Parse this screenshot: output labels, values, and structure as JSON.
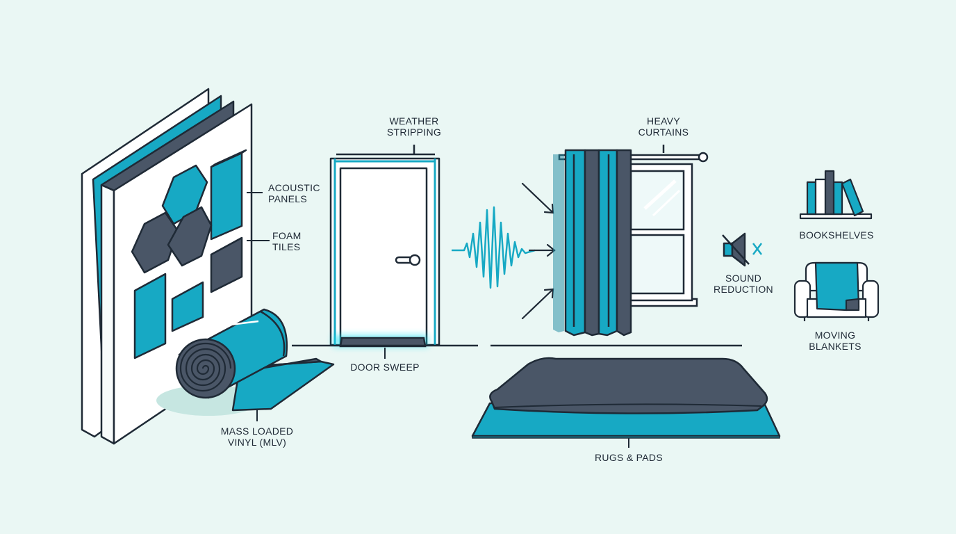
{
  "colors": {
    "background": "#eaf7f4",
    "accent": "#17a9c4",
    "dark": "#4a5667",
    "outline": "#1f2a36",
    "shadow": "#c6e6e1"
  },
  "labels": {
    "acoustic_panels": [
      "ACOUSTIC",
      "PANELS"
    ],
    "foam_tiles": [
      "FOAM",
      "TILES"
    ],
    "mlv": [
      "MASS LOADED",
      "VINYL (MLV)"
    ],
    "weather_stripping": [
      "WEATHER",
      "STRIPPING"
    ],
    "door_sweep": "DOOR SWEEP",
    "heavy_curtains": [
      "HEAVY",
      "CURTAINS"
    ],
    "sound_reduction": [
      "SOUND",
      "REDUCTION"
    ],
    "rugs_pads": "RUGS & PADS",
    "bookshelves": "BOOKSHELVES",
    "moving_blankets": [
      "MOVING",
      "BLANKETS"
    ]
  },
  "icons": {
    "sound_wave": "sound-wave-icon",
    "mute": "speaker-muted-icon",
    "books": "bookshelf-icon",
    "armchair": "armchair-blanket-icon"
  }
}
